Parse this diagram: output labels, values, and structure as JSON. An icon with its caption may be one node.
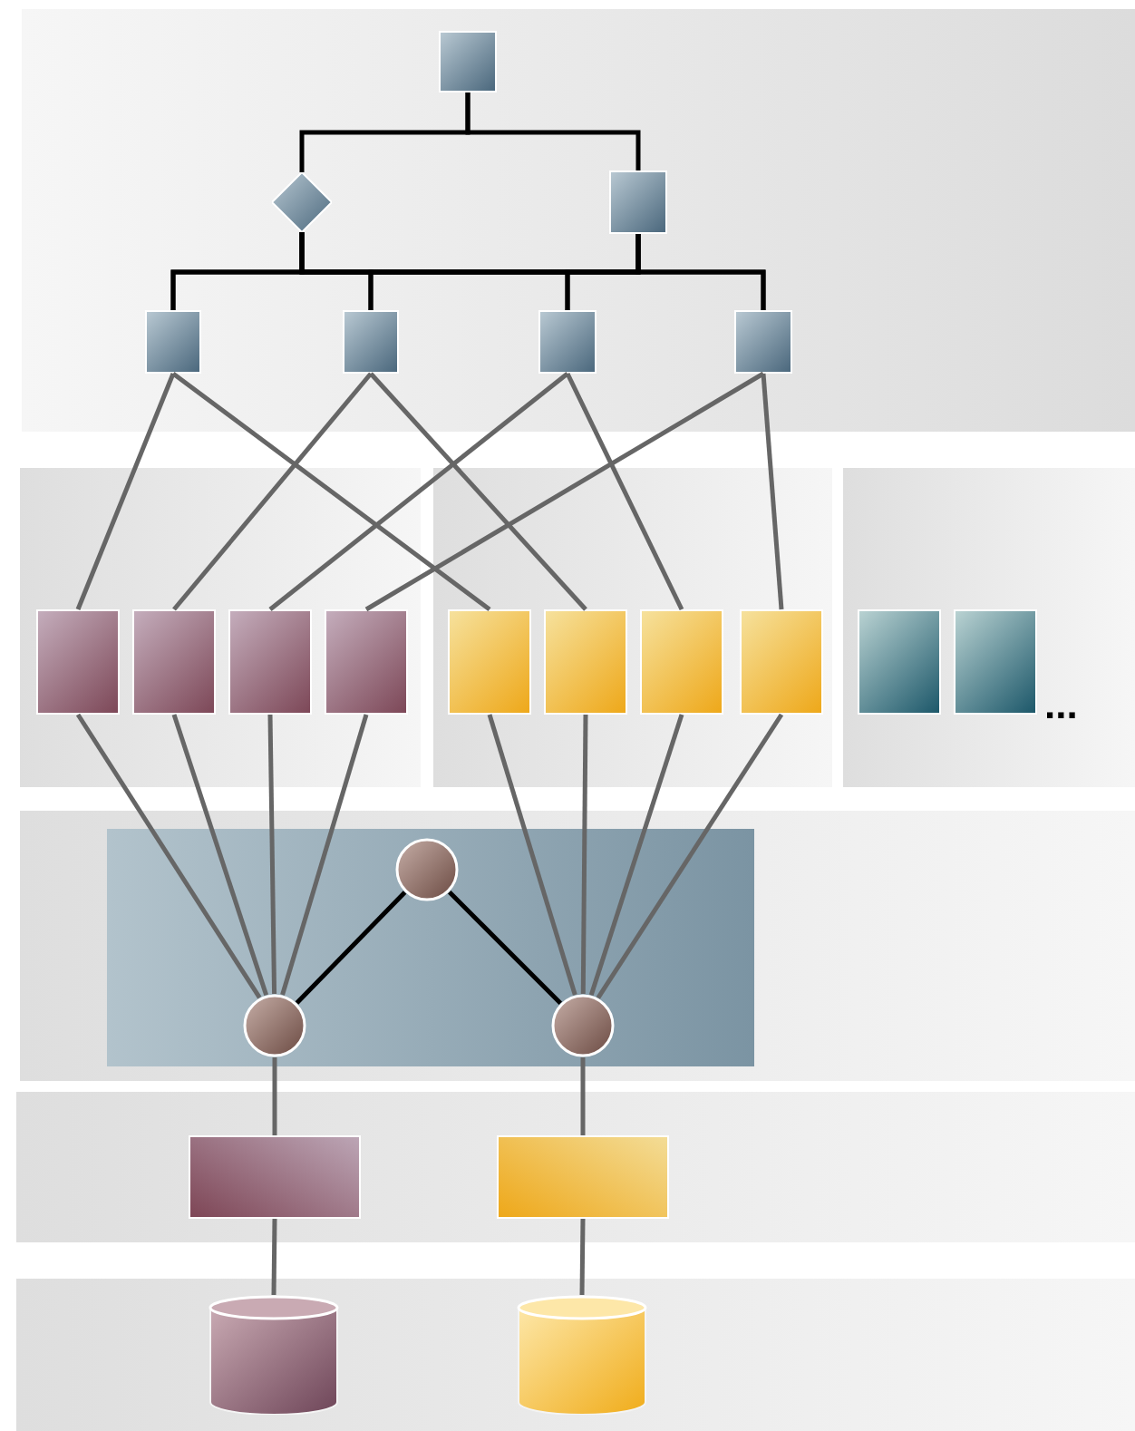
{
  "diagram": {
    "nodes": [
      {
        "text": [],
        "shape": "box"
      },
      {
        "text": [],
        "shape": "box",
        "in": 0
      },
      {
        "text": [],
        "shape": "diamond",
        "in": 0
      },
      {
        "text": [],
        "shape": "box",
        "in": 0
      },
      {
        "text": [],
        "shape": "box",
        "in": 0
      },
      {
        "text": [],
        "shape": "box",
        "in": 0
      },
      {
        "text": [],
        "shape": "box",
        "in": 0
      },
      {
        "text": [],
        "shape": "box",
        "in": 0
      },
      {
        "text": [],
        "shape": "box"
      },
      {
        "text": [],
        "shape": "box"
      },
      {
        "text": [],
        "shape": "box"
      },
      {
        "text": [],
        "shape": "box",
        "in": 8
      },
      {
        "text": [],
        "shape": "box",
        "in": 8
      },
      {
        "text": [],
        "shape": "box",
        "in": 8
      },
      {
        "text": [],
        "shape": "box",
        "in": 8
      },
      {
        "text": [],
        "shape": "box",
        "in": 9
      },
      {
        "text": [],
        "shape": "box",
        "in": 9
      },
      {
        "text": [],
        "shape": "box",
        "in": 9
      },
      {
        "text": [],
        "shape": "box",
        "in": 9
      },
      {
        "text": [],
        "shape": "box",
        "in": 10
      },
      {
        "text": [],
        "shape": "box",
        "in": 10
      },
      {
        "text": [],
        "shape": "box"
      },
      {
        "text": [],
        "shape": "box",
        "in": 21
      },
      {
        "text": [],
        "shape": "circle",
        "in": 22
      },
      {
        "text": [],
        "shape": "circle",
        "in": 22
      },
      {
        "text": [],
        "shape": "circle",
        "in": 22
      },
      {
        "text": [],
        "shape": "box"
      },
      {
        "text": [],
        "shape": "box",
        "in": 26
      },
      {
        "text": [],
        "shape": "box",
        "in": 26
      },
      {
        "text": [],
        "shape": "box"
      },
      {
        "text": [],
        "shape": "cylinder",
        "in": 29
      },
      {
        "text": [],
        "shape": "cylinder",
        "in": 29
      }
    ],
    "edges": [
      {
        "from": 1,
        "to": 2,
        "arrow": "none",
        "color": "#000000"
      },
      {
        "from": 1,
        "to": 3,
        "arrow": "none",
        "color": "#000000"
      },
      {
        "from": 2,
        "to": 4,
        "arrow": "none",
        "color": "#000000"
      },
      {
        "from": 2,
        "to": 5,
        "arrow": "none",
        "color": "#000000"
      },
      {
        "from": 2,
        "to": 6,
        "arrow": "none",
        "color": "#000000"
      },
      {
        "from": 2,
        "to": 7,
        "arrow": "none",
        "color": "#000000"
      },
      {
        "from": 3,
        "to": 4,
        "arrow": "none",
        "color": "#000000"
      },
      {
        "from": 3,
        "to": 5,
        "arrow": "none",
        "color": "#000000"
      },
      {
        "from": 3,
        "to": 6,
        "arrow": "none",
        "color": "#000000"
      },
      {
        "from": 3,
        "to": 7,
        "arrow": "none",
        "color": "#000000"
      },
      {
        "from": 4,
        "to": 11,
        "arrow": "none"
      },
      {
        "from": 4,
        "to": 15,
        "arrow": "none"
      },
      {
        "from": 5,
        "to": 12,
        "arrow": "none"
      },
      {
        "from": 5,
        "to": 16,
        "arrow": "none"
      },
      {
        "from": 6,
        "to": 13,
        "arrow": "none"
      },
      {
        "from": 6,
        "to": 17,
        "arrow": "none"
      },
      {
        "from": 7,
        "to": 14,
        "arrow": "none"
      },
      {
        "from": 7,
        "to": 18,
        "arrow": "none"
      },
      {
        "from": 11,
        "to": 24,
        "arrow": "none"
      },
      {
        "from": 12,
        "to": 24,
        "arrow": "none"
      },
      {
        "from": 13,
        "to": 24,
        "arrow": "none"
      },
      {
        "from": 14,
        "to": 24,
        "arrow": "none"
      },
      {
        "from": 15,
        "to": 25,
        "arrow": "none"
      },
      {
        "from": 16,
        "to": 25,
        "arrow": "none"
      },
      {
        "from": 17,
        "to": 25,
        "arrow": "none"
      },
      {
        "from": 18,
        "to": 25,
        "arrow": "none"
      },
      {
        "from": 23,
        "to": 24,
        "arrow": "none",
        "color": "#000000"
      },
      {
        "from": 23,
        "to": 25,
        "arrow": "none",
        "color": "#000000"
      },
      {
        "from": 24,
        "to": 27,
        "arrow": "none"
      },
      {
        "from": 25,
        "to": 28,
        "arrow": "none"
      },
      {
        "from": 27,
        "to": 30,
        "arrow": "none"
      },
      {
        "from": 28,
        "to": 31,
        "arrow": "none"
      }
    ],
    "labels": [
      "..."
    ]
  }
}
